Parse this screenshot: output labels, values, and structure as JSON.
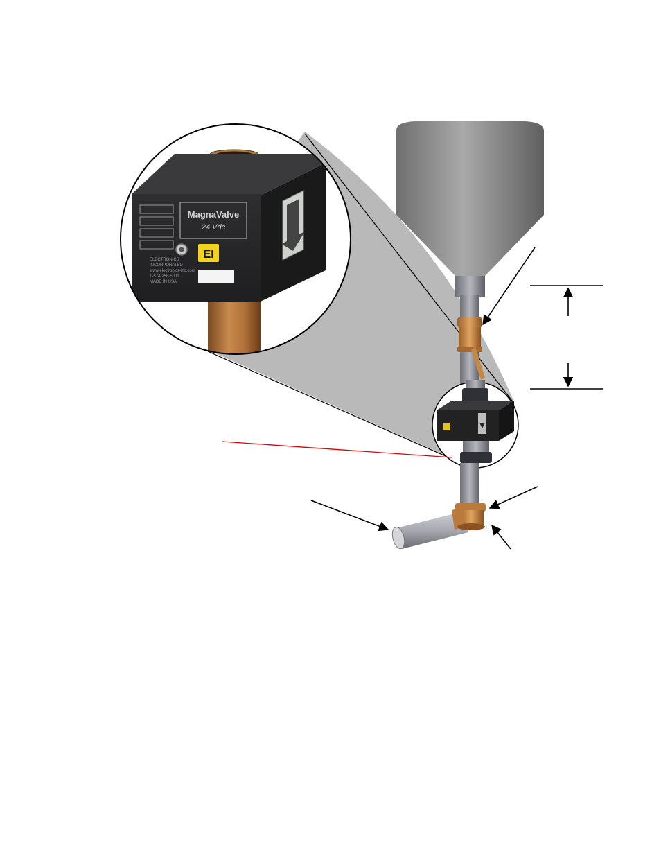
{
  "device": {
    "brand_line": "MagnaValve",
    "voltage_line": "24 Vdc",
    "logo": "EI",
    "maker_lines": [
      "ELECTRONICS",
      "INCORPORATED",
      "www.electronics-inc.com",
      "1-574-256-5001",
      "MADE IN USA"
    ],
    "rating_labels": [
      "",
      "",
      "",
      "",
      ""
    ]
  },
  "icons": {
    "flow_arrow": "down-arrow-icon",
    "connector": "connector-icon"
  },
  "colors": {
    "hopper": "#8a8a8a",
    "pipe": "#9a9aa2",
    "brass": "#c98a45",
    "valve_body": "#2b2b2d",
    "logo_bg": "#f2d21a",
    "callout_line": "#e00000",
    "zoom_fill": "#b9b9b9"
  }
}
